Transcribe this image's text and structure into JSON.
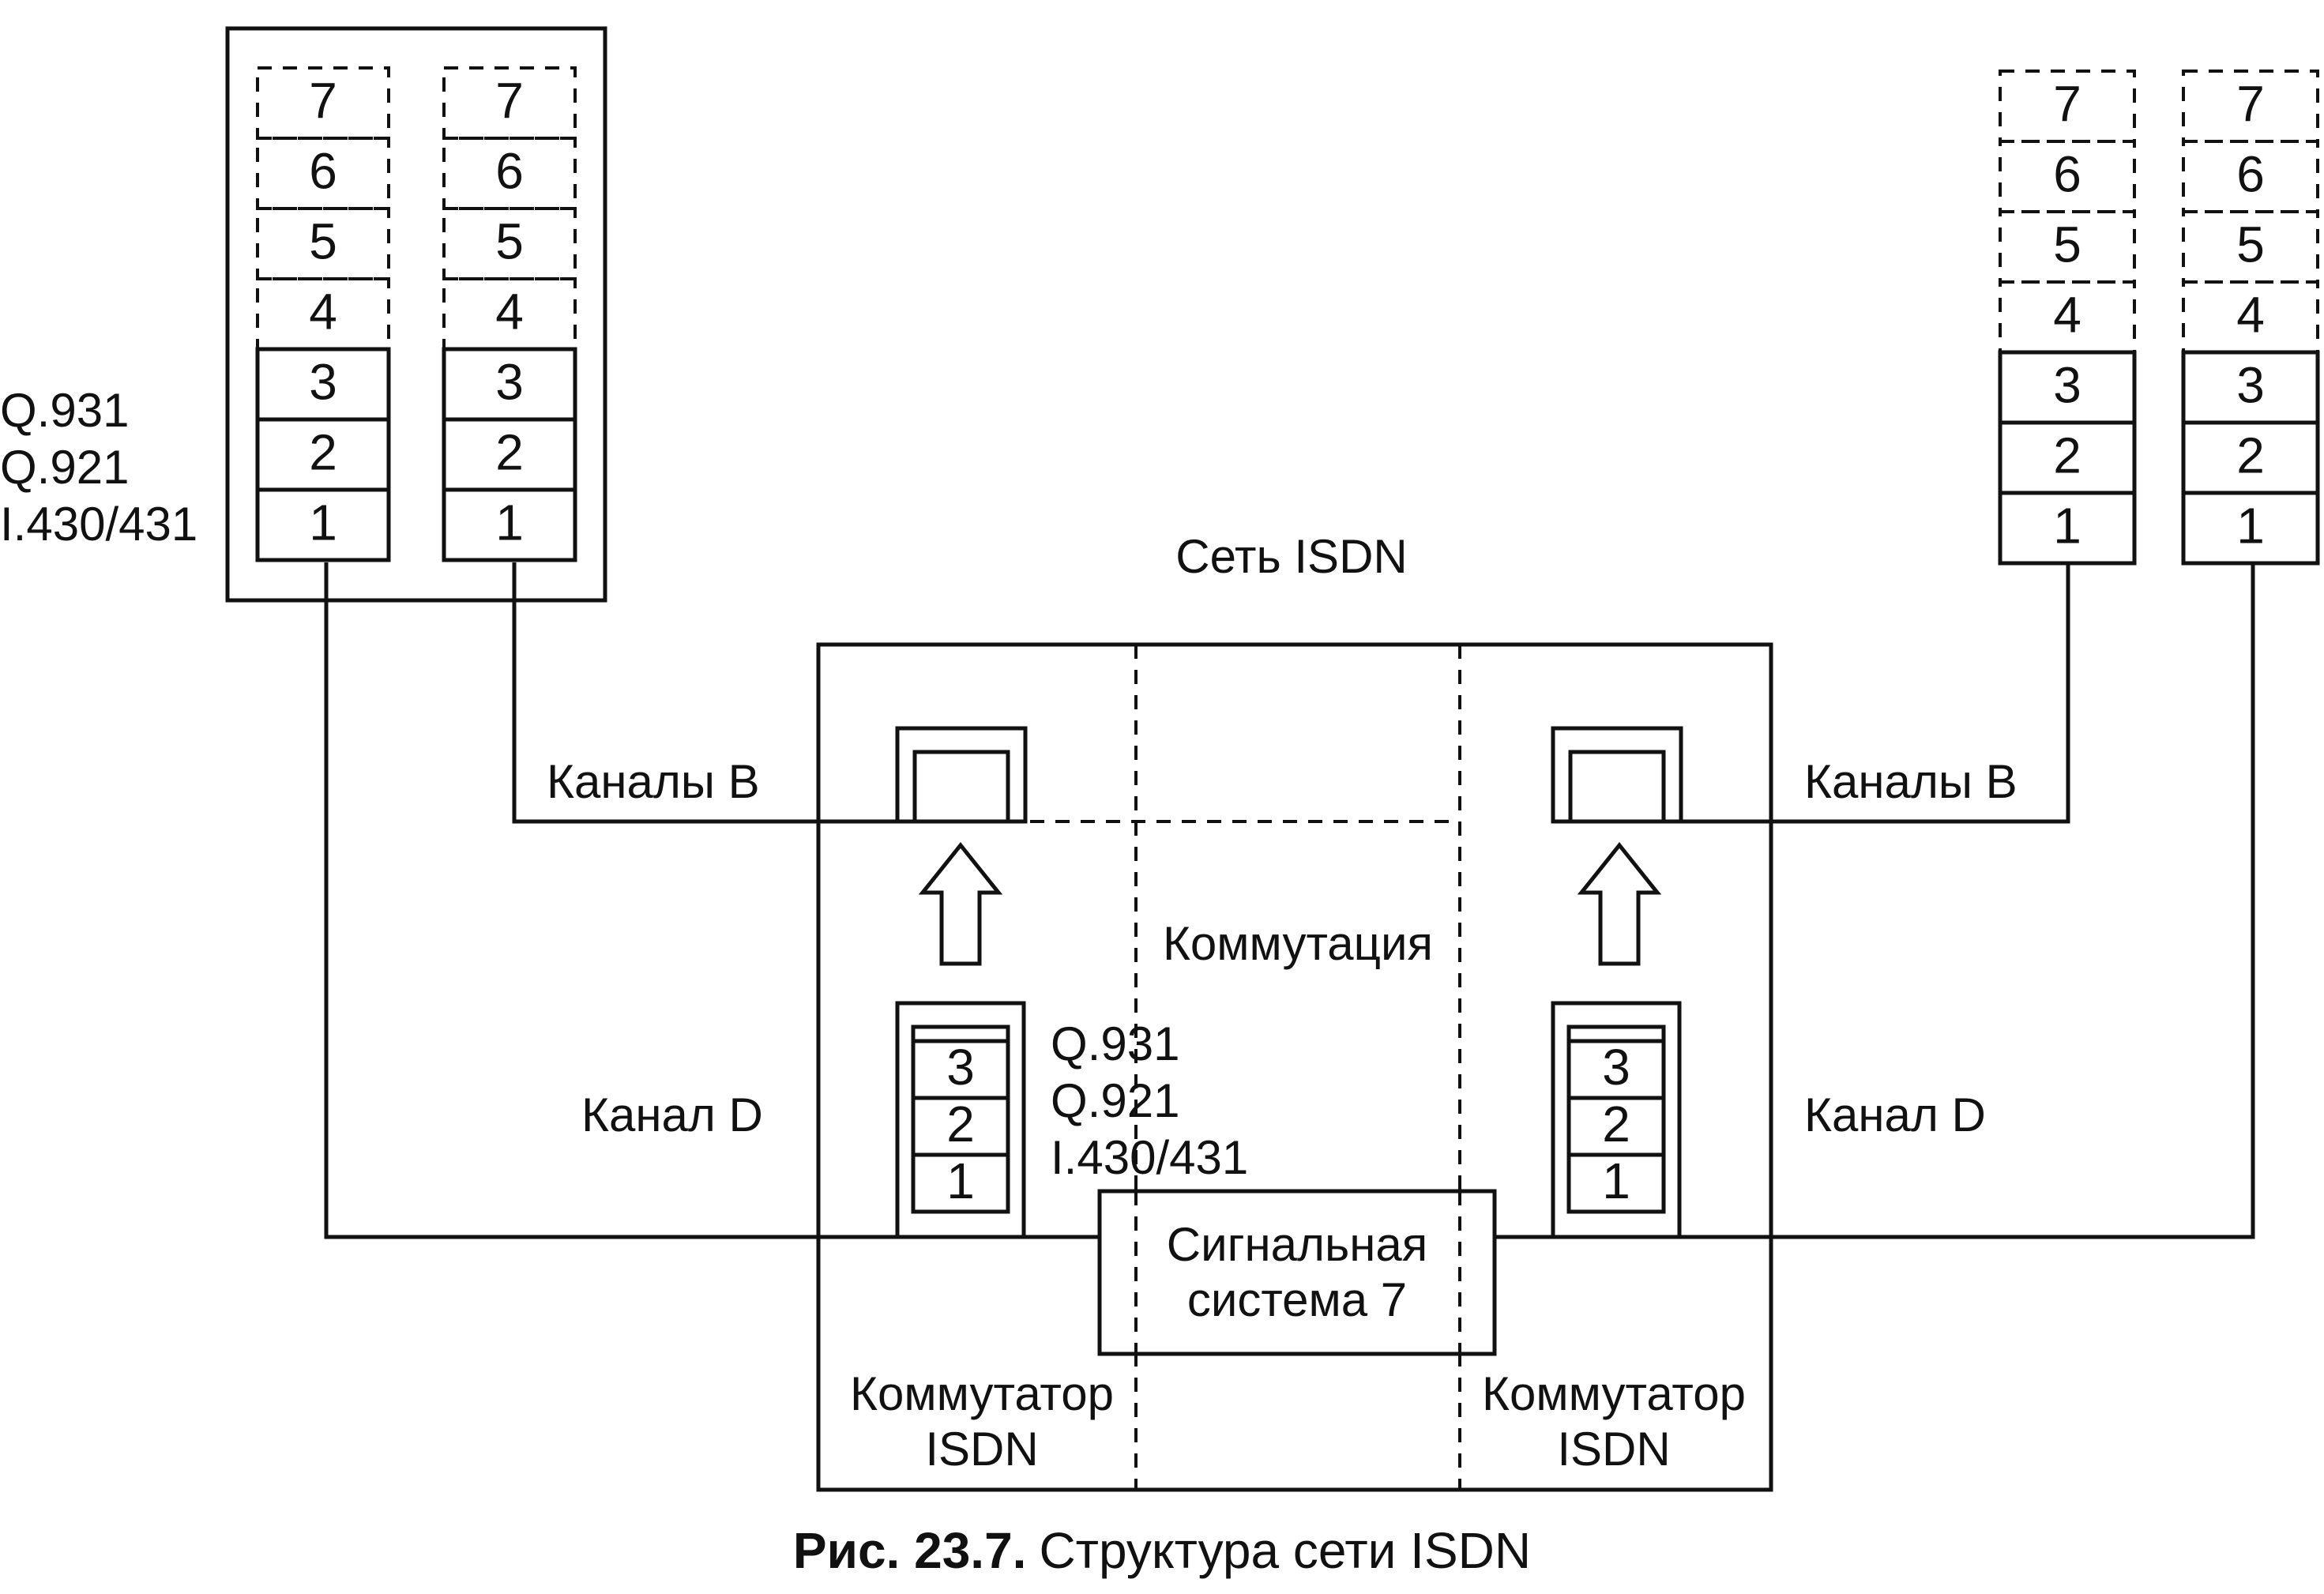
{
  "network_title": "Сеть ISDN",
  "left_protocols": [
    "Q.931",
    "Q.921",
    "I.430/431"
  ],
  "center_protocols": [
    "Q.931",
    "Q.921",
    "I.430/431"
  ],
  "layers": [
    "7",
    "6",
    "5",
    "4",
    "3",
    "2",
    "1"
  ],
  "switch_layers": [
    "3",
    "2",
    "1"
  ],
  "b_channels_label": "Каналы B",
  "d_channel_label": "Канал D",
  "switching_label": "Коммутация",
  "signaling_line1": "Сигнальная",
  "signaling_line2": "система 7",
  "switch_line1": "Коммутатор",
  "switch_line2": "ISDN",
  "caption_prefix": "Рис. 23.7.",
  "caption_text": "Структура сети ISDN"
}
